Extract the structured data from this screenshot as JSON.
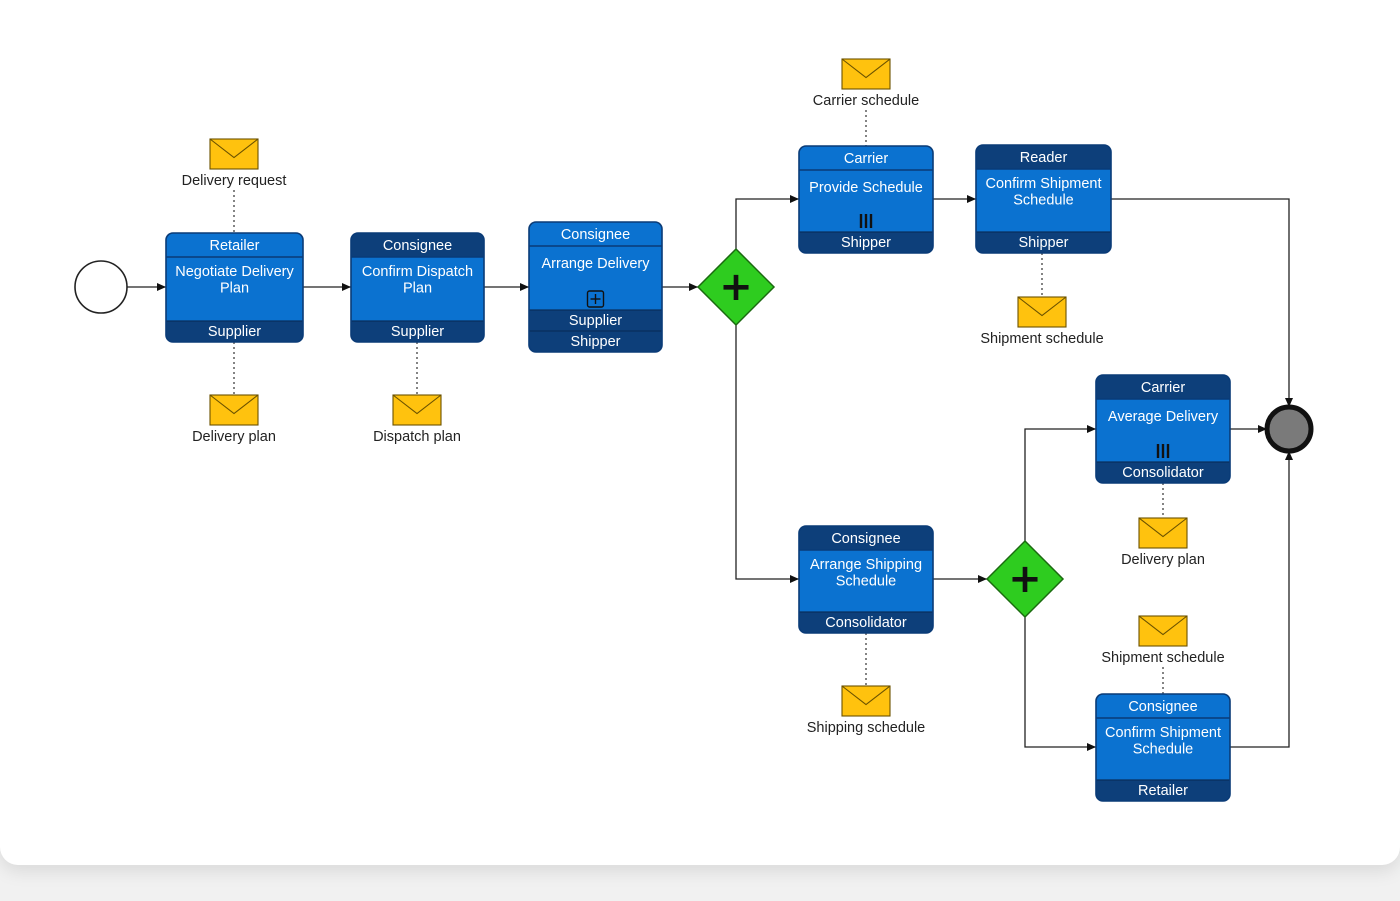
{
  "colors": {
    "task_dark": "#0d3f7a",
    "task_light": "#0b72d0",
    "task_border": "#0a3b77",
    "gateway": "#2ecc1f",
    "envelope": "#ffc20e",
    "end_event": "#7a7a7a"
  },
  "tasks": [
    {
      "id": "t1",
      "header": "Retailer",
      "name": "Negotiate Delivery Plan",
      "lines": [
        "Negotiate Delivery",
        "Plan"
      ],
      "roles": [
        "Supplier"
      ],
      "marker": "none",
      "header_dark": false
    },
    {
      "id": "t2",
      "header": "Consignee",
      "name": "Confirm Dispatch Plan",
      "lines": [
        "Confirm Dispatch",
        "Plan"
      ],
      "roles": [
        "Supplier"
      ],
      "marker": "none",
      "header_dark": true
    },
    {
      "id": "t3",
      "header": "Consignee",
      "name": "Arrange Delivery",
      "lines": [
        "Arrange Delivery"
      ],
      "roles": [
        "Supplier",
        "Shipper"
      ],
      "marker": "subprocess",
      "header_dark": false
    },
    {
      "id": "t4",
      "header": "Carrier",
      "name": "Provide Schedule",
      "lines": [
        "Provide Schedule"
      ],
      "roles": [
        "Shipper"
      ],
      "marker": "parallel",
      "header_dark": false
    },
    {
      "id": "t5",
      "header": "Reader",
      "name": "Confirm Shipment Schedule",
      "lines": [
        "Confirm Shipment",
        "Schedule"
      ],
      "roles": [
        "Shipper"
      ],
      "marker": "none",
      "header_dark": true
    },
    {
      "id": "t6",
      "header": "Consignee",
      "name": "Arrange Shipping Schedule",
      "lines": [
        "Arrange Shipping",
        "Schedule"
      ],
      "roles": [
        "Consolidator"
      ],
      "marker": "none",
      "header_dark": true
    },
    {
      "id": "t7",
      "header": "Carrier",
      "name": "Average Delivery",
      "lines": [
        "Average Delivery"
      ],
      "roles": [
        "Consolidator"
      ],
      "marker": "parallel",
      "header_dark": true
    },
    {
      "id": "t8",
      "header": "Consignee",
      "name": "Confirm Shipment Schedule",
      "lines": [
        "Confirm Shipment",
        "Schedule"
      ],
      "roles": [
        "Retailer"
      ],
      "marker": "none",
      "header_dark": false
    }
  ],
  "messages": [
    {
      "id": "m1",
      "label": "Delivery request",
      "task": "t1"
    },
    {
      "id": "m2",
      "label": "Delivery plan",
      "task": "t1"
    },
    {
      "id": "m3",
      "label": "Dispatch plan",
      "task": "t2"
    },
    {
      "id": "m4",
      "label": "Carrier schedule",
      "task": "t4"
    },
    {
      "id": "m5",
      "label": "Shipment schedule",
      "task": "t5"
    },
    {
      "id": "m6",
      "label": "Delivery plan",
      "task": "t7"
    },
    {
      "id": "m7",
      "label": "Shipping schedule",
      "task": "t6"
    },
    {
      "id": "m8",
      "label": "Shipment schedule",
      "task": "t8"
    }
  ],
  "gateways": [
    {
      "id": "g1",
      "type": "parallel",
      "symbol": "+"
    },
    {
      "id": "g2",
      "type": "parallel",
      "symbol": "+"
    }
  ],
  "events": [
    {
      "id": "start",
      "type": "start"
    },
    {
      "id": "end",
      "type": "end"
    }
  ],
  "flows": [
    {
      "from": "start",
      "to": "t1"
    },
    {
      "from": "t1",
      "to": "t2"
    },
    {
      "from": "t2",
      "to": "t3"
    },
    {
      "from": "t3",
      "to": "g1"
    },
    {
      "from": "g1",
      "to": "t4"
    },
    {
      "from": "g1",
      "to": "t6"
    },
    {
      "from": "t4",
      "to": "t5"
    },
    {
      "from": "t5",
      "to": "end"
    },
    {
      "from": "t6",
      "to": "g2"
    },
    {
      "from": "g2",
      "to": "t7"
    },
    {
      "from": "g2",
      "to": "t8"
    },
    {
      "from": "t7",
      "to": "end"
    },
    {
      "from": "t8",
      "to": "end"
    }
  ]
}
